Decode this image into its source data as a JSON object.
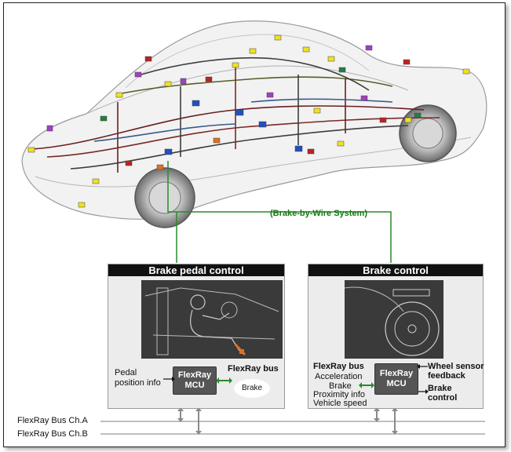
{
  "title": "(Brake-by-Wire System)",
  "pedal_panel": {
    "heading": "Brake pedal control",
    "pedal_label_1": "Pedal",
    "pedal_label_2": "position info",
    "mcu_line1": "FlexRay",
    "mcu_line2": "MCU",
    "bus_label": "FlexRay bus",
    "brake_label": "Brake"
  },
  "brake_panel": {
    "heading": "Brake control",
    "bus_label": "FlexRay bus",
    "inputs": [
      "Acceleration",
      "Brake",
      "Proximity info",
      "Vehicle speed"
    ],
    "mcu_line1": "FlexRay",
    "mcu_line2": "MCU",
    "wheel_sensor_1": "Wheel sensor",
    "wheel_sensor_2": "feedback",
    "brake_control_1": "Brake",
    "brake_control_2": "control"
  },
  "buses": {
    "ch_a": "FlexRay Bus Ch.A",
    "ch_b": "FlexRay Bus Ch.B"
  },
  "colors": {
    "accent_green": "#117a11",
    "panel_bg": "#ececec",
    "header_bg": "#111111",
    "mcu_bg": "#555555"
  }
}
